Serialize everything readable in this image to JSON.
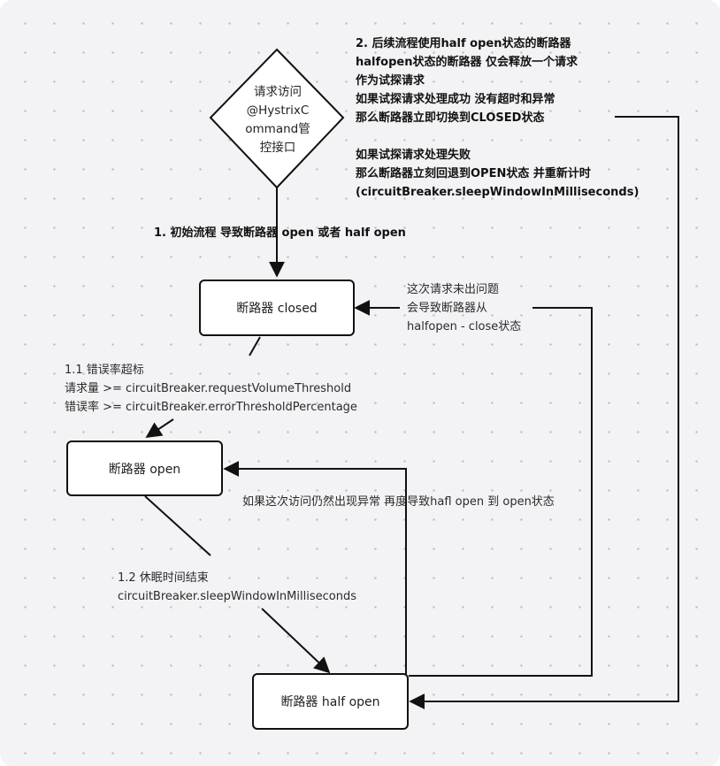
{
  "diagram": {
    "nodes": {
      "entry": {
        "lines": [
          "请求访问",
          "@HystrixC",
          "ommand管",
          "控接口"
        ]
      },
      "closed": {
        "label": "断路器 closed"
      },
      "open": {
        "label": "断路器 open"
      },
      "half_open": {
        "label": "断路器 half open"
      }
    },
    "labels": {
      "step1": "1.  初始流程 导致断路器 open 或者 half open",
      "step2": [
        "2.  后续流程使用half open状态的断路器",
        "halfopen状态的断路器 仅会释放一个请求",
        "作为试探请求",
        "如果试探请求处理成功 没有超时和异常",
        "那么断路器立即切换到CLOSED状态",
        "",
        "如果试探请求处理失败",
        "那么断路器立刻回退到OPEN状态 并重新计时",
        "(circuitBreaker.sleepWindowInMilliseconds)"
      ],
      "recover": [
        "这次请求未出问题",
        "会导致断路器从",
        "halfopen - close状态"
      ],
      "trip": [
        "1.1 错误率超标",
        "请求量  >=  circuitBreaker.requestVolumeThreshold",
        "错误率 >= circuitBreaker.errorThresholdPercentage"
      ],
      "reopen": "如果这次访问仍然出现异常 再度导致hafl open 到 open状态",
      "sleep": [
        "1.2 休眠时间结束",
        "circuitBreaker.sleepWindowInMilliseconds"
      ]
    }
  }
}
